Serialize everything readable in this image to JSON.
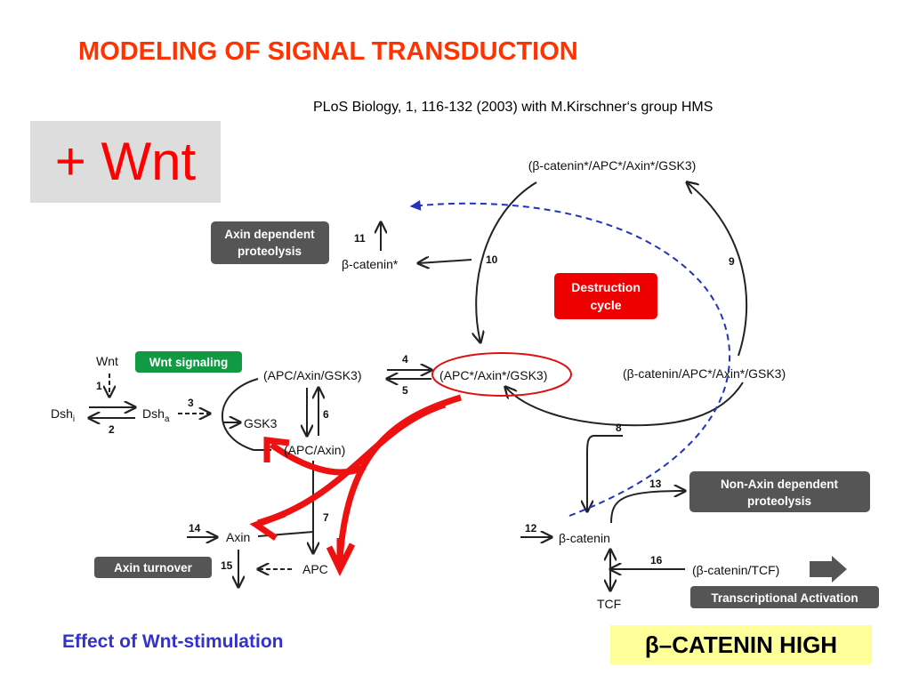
{
  "header": {
    "title": "MODELING OF SIGNAL TRANSDUCTION",
    "citation": "PLoS Biology, 1, 116-132 (2003) with M.Kirschner‘s group HMS"
  },
  "stimulus": "+ Wnt",
  "footer": {
    "effect": "Effect of Wnt-stimulation",
    "result": "β–CATENIN  HIGH"
  },
  "diagram": {
    "boxes": {
      "axin_dependent": [
        "Axin dependent",
        "proteolysis"
      ],
      "destruction": [
        "Destruction",
        "cycle"
      ],
      "wnt_signaling": "Wnt signaling",
      "non_axin": [
        "Non-Axin dependent",
        "proteolysis"
      ],
      "axin_turnover": "Axin turnover",
      "transcriptional": "Transcriptional Activation"
    },
    "species": {
      "bc_apc_axin_gsk3_star": "(β-catenin*/APC*/Axin*/GSK3)",
      "bc_star": "β-catenin*",
      "wnt": "Wnt",
      "dsh_i": "Dsh",
      "dsh_i_sub": "i",
      "dsh_a": "Dsh",
      "dsh_a_sub": "a",
      "apc_axin_gsk3": "(APC/Axin/GSK3)",
      "apc_axin_gsk3_star": "(APC*/Axin*/GSK3)",
      "bc_apc_axin_gsk3": "(β-catenin/APC*/Axin*/GSK3)",
      "gsk3": "GSK3",
      "apc_axin": "(APC/Axin)",
      "axin": "Axin",
      "apc": "APC",
      "bc": "β-catenin",
      "bc_tcf": "(β-catenin/TCF)",
      "tcf": "TCF"
    },
    "reactions": [
      "1",
      "2",
      "3",
      "4",
      "5",
      "6",
      "7",
      "8",
      "9",
      "10",
      "11",
      "12",
      "13",
      "14",
      "15",
      "16"
    ]
  }
}
